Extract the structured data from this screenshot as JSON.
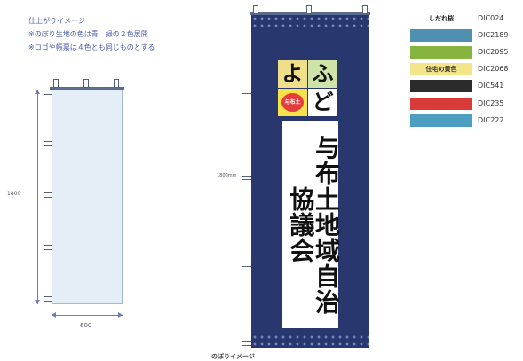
{
  "notes": {
    "title": "仕上がりイメージ",
    "line1": "※のぼり生地の色は青　緑の２色展開",
    "line2": "※ロゴや帳票は４色とも同じものとする"
  },
  "plain_banner": {
    "height_label": "1800",
    "width_label": "600"
  },
  "designed_banner": {
    "height_label": "1800mm",
    "logo_chars": [
      "よ",
      "ふ",
      "ど"
    ],
    "badge_text": "与布土",
    "title": "与布土地域自治協議会"
  },
  "caption": "のぼりイメージ",
  "legend": [
    {
      "label": "しだれ桜",
      "code": "DIC024",
      "color": "#ffffff",
      "text_color": "#111111"
    },
    {
      "label": "",
      "code": "DIC2189",
      "color": "#4f8fb0",
      "text_color": "#ffffff"
    },
    {
      "label": "",
      "code": "DIC2095",
      "color": "#86b43f",
      "text_color": "#ffffff"
    },
    {
      "label": "住宅の黄色",
      "code": "DIC2068",
      "color": "#f5e58a",
      "text_color": "#333333"
    },
    {
      "label": "",
      "code": "DIC541",
      "color": "#2b2b2b",
      "text_color": "#ffffff"
    },
    {
      "label": "",
      "code": "DIC235",
      "color": "#d93a3a",
      "text_color": "#ffffff"
    },
    {
      "label": "",
      "code": "DIC222",
      "color": "#4c9fc0",
      "text_color": "#ffffff"
    }
  ]
}
